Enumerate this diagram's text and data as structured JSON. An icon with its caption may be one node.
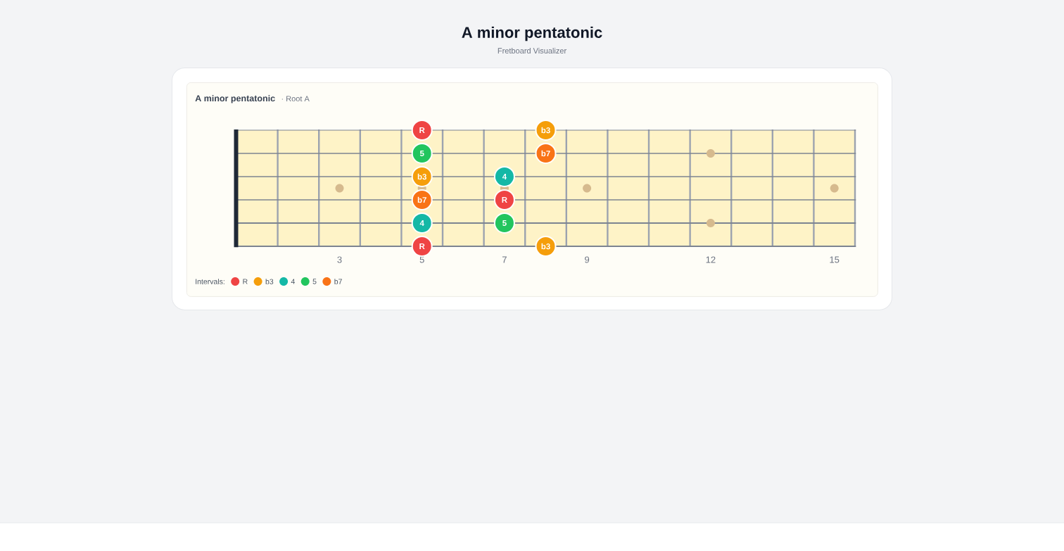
{
  "diagram": {
    "title": "A minor pentatonic",
    "nodes": [
      {
        "text": [
          "A minor pentatonic",
          "· Root A"
        ]
      },
      {
        "text": [
          "R"
        ],
        "in": 0
      },
      {
        "text": [
          "b3"
        ],
        "in": 0
      },
      {
        "text": [
          "5"
        ],
        "in": 0
      },
      {
        "text": [
          "b7"
        ],
        "in": 0
      },
      {
        "text": [
          "b3"
        ],
        "in": 0
      },
      {
        "text": [
          "4"
        ],
        "in": 0
      },
      {
        "text": [
          "b7"
        ],
        "in": 0
      },
      {
        "text": [
          "R"
        ],
        "in": 0
      },
      {
        "text": [
          "4"
        ],
        "in": 0
      },
      {
        "text": [
          "5"
        ],
        "in": 0
      },
      {
        "text": [
          "R"
        ],
        "in": 0
      },
      {
        "text": [
          "b3"
        ],
        "in": 0
      }
    ],
    "labels": [
      "Fretboard Visualizer",
      "3",
      "5",
      "7",
      "9",
      "12",
      "15",
      "Intervals:"
    ],
    "legend": [
      {
        "text": "R",
        "color": "#ef4444"
      },
      {
        "text": "b3",
        "color": "#f59e0b"
      },
      {
        "text": "4",
        "color": "#14b8a6"
      },
      {
        "text": "5",
        "color": "#22c55e"
      },
      {
        "text": "b7",
        "color": "#f97316"
      }
    ]
  }
}
